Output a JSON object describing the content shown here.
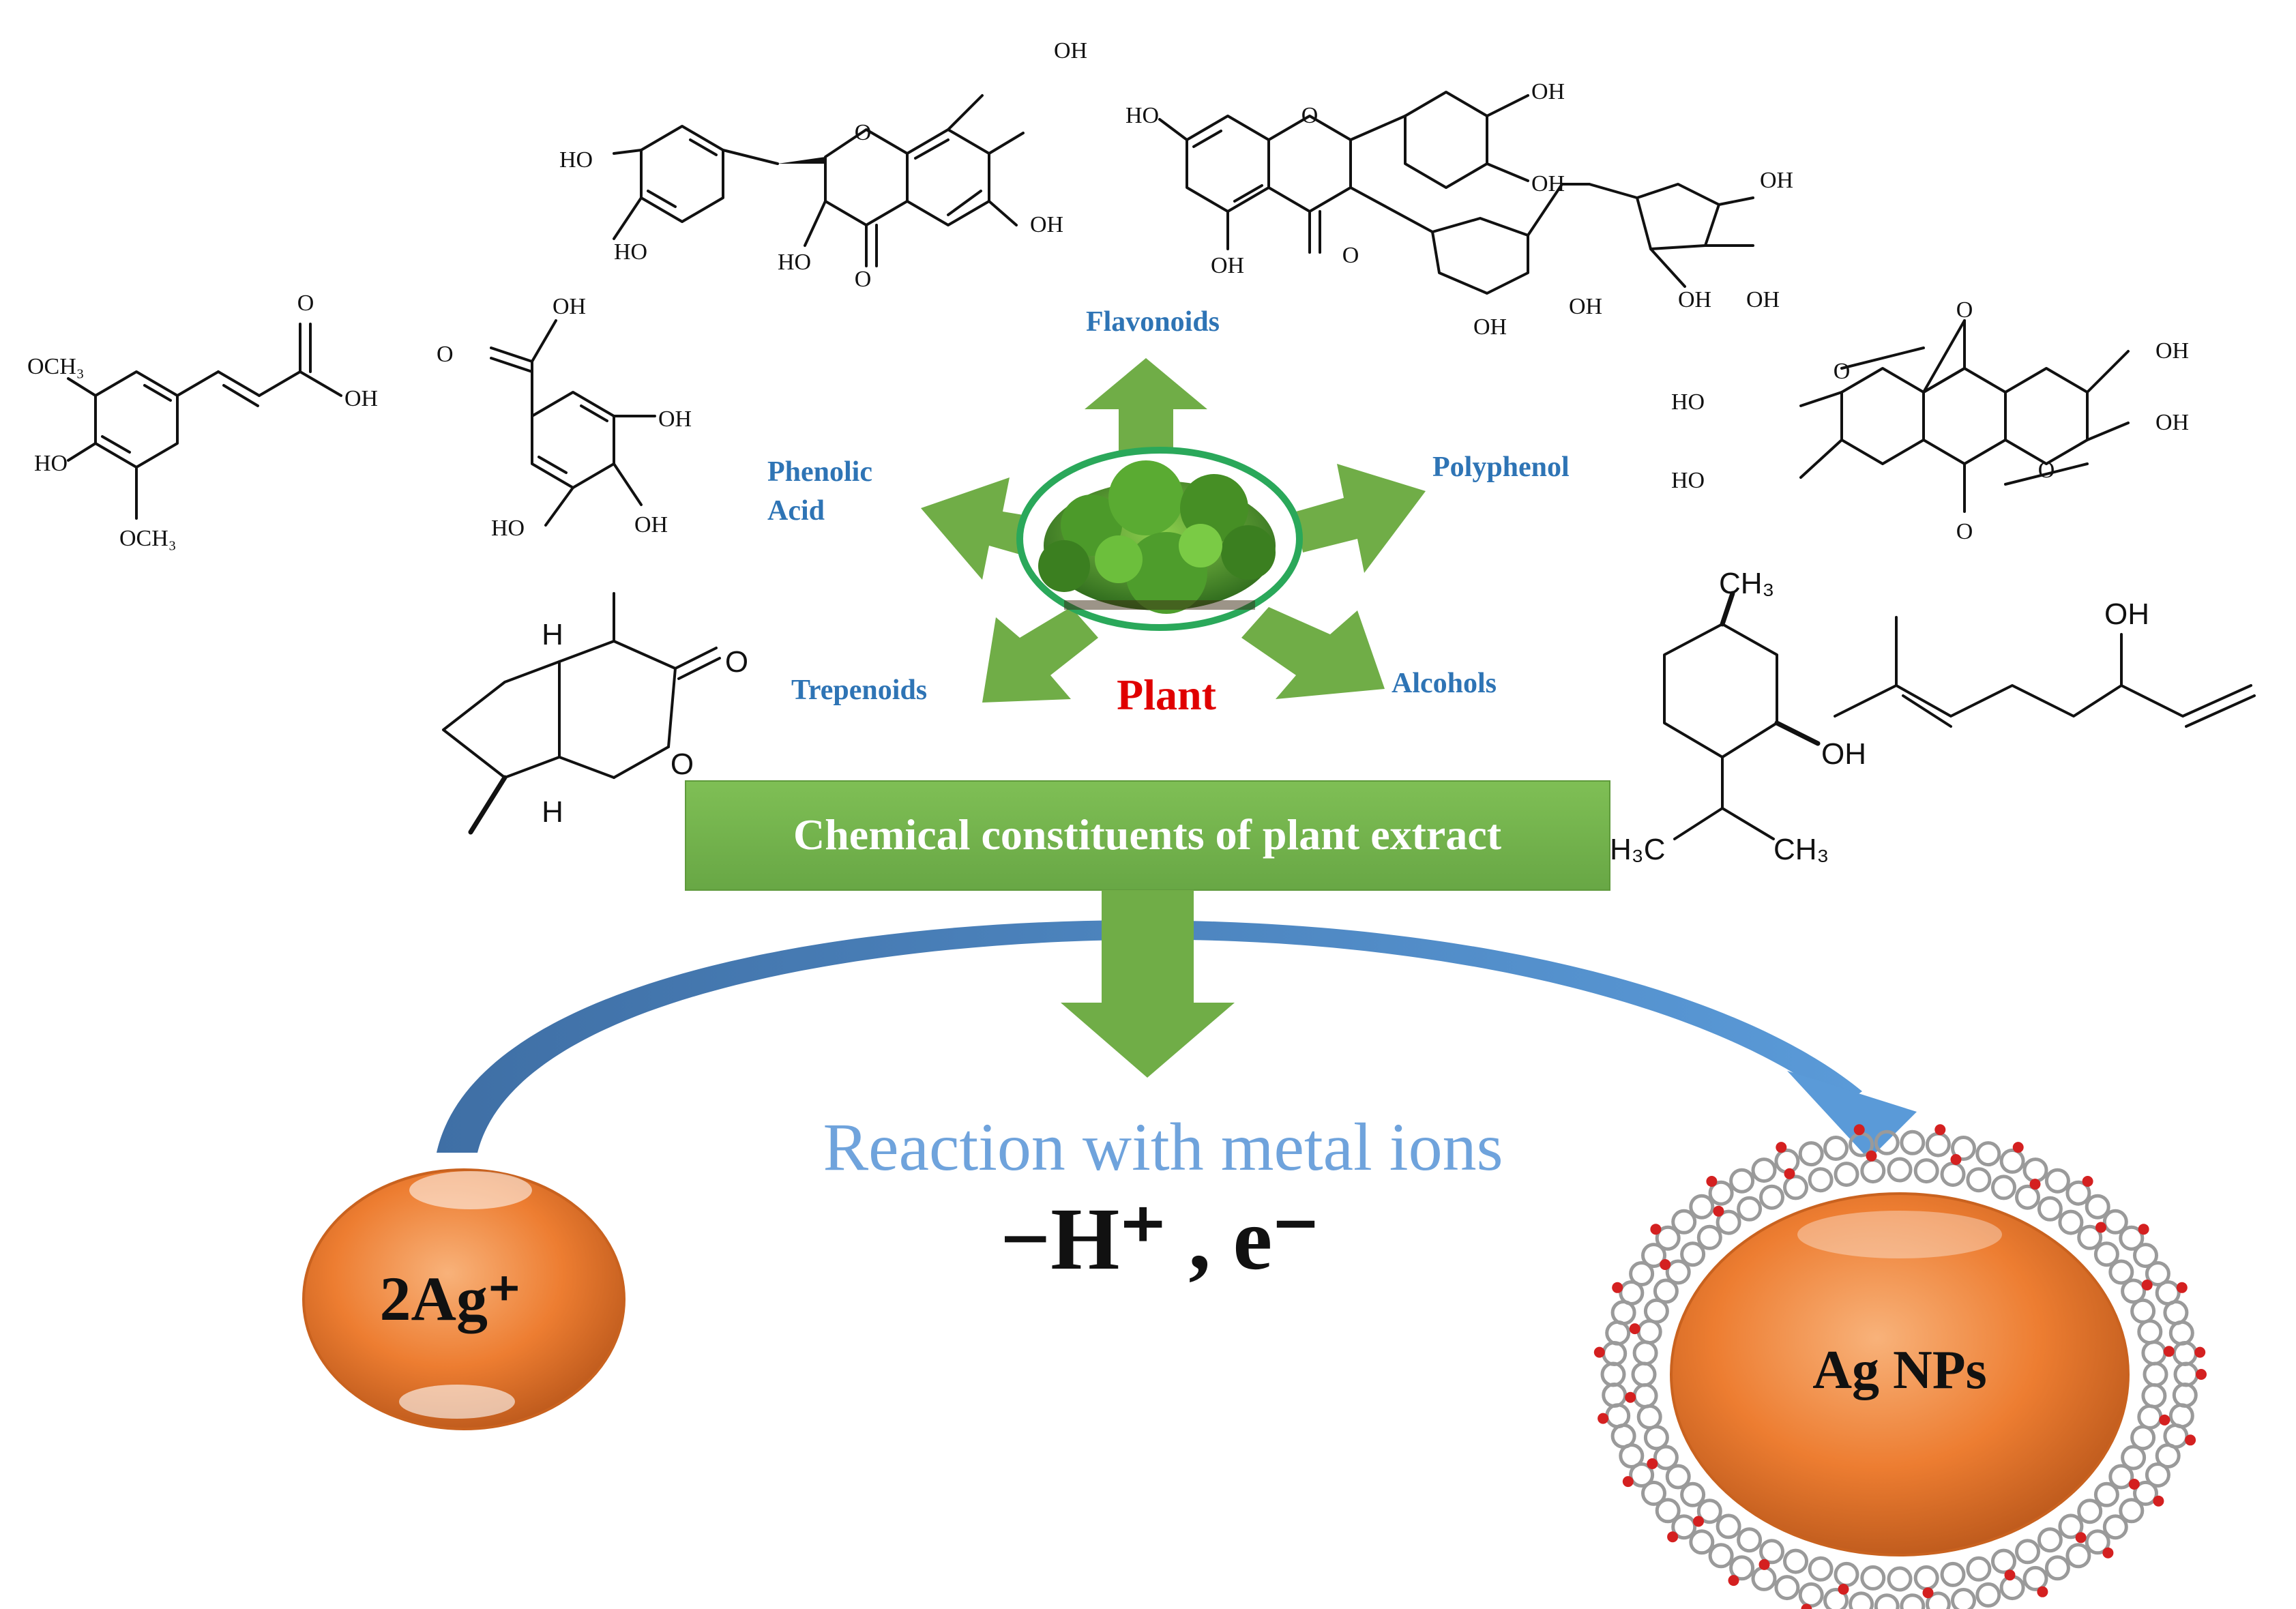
{
  "plant": {
    "label": "Plant"
  },
  "categories": {
    "flavonoids": "Flavonoids",
    "phenolic_acid_line1": "Phenolic",
    "phenolic_acid_line2": "Acid",
    "polyphenol": "Polyphenol",
    "terpenoids": "Trepenoids",
    "alcohols": "Alcohols"
  },
  "constituents_box": {
    "label": "Chemical constituents of plant extract"
  },
  "reaction": {
    "label": "Reaction with metal ions",
    "formula": "−H⁺ , e⁻"
  },
  "silver_ion": {
    "label": "2Ag⁺"
  },
  "nanoparticle": {
    "label": "Ag NPs"
  },
  "atoms": {
    "oh": "OH",
    "ho": "HO",
    "o": "O",
    "och3": "OCH₃",
    "h": "H",
    "ch3": "CH₃",
    "h3c": "H₃C"
  },
  "colors": {
    "green_arrow": "#70ad47",
    "category_blue": "#2e74b5",
    "plant_red": "#e00000",
    "orange_sphere": "#ed7d31",
    "curve_blue": "#4a86c5",
    "reaction_blue": "#6fa3dc"
  },
  "icons": [
    "plant-bush-icon",
    "molecule-structure-icon",
    "nanoparticle-shell-icon"
  ]
}
